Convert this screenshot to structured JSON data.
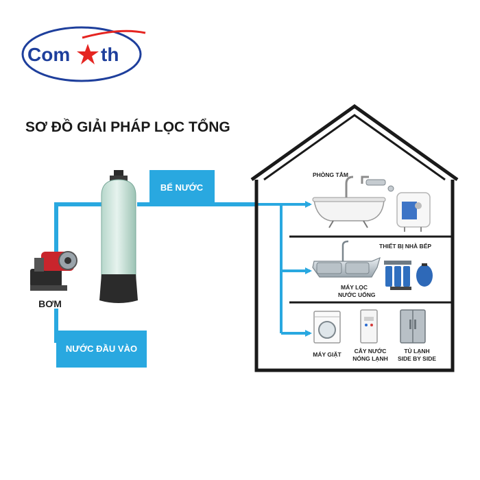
{
  "logo": {
    "text_left": "Com",
    "text_right": "th",
    "color_text": "#1e3f9c",
    "color_star": "#e52521"
  },
  "title": "SƠ ĐỒ GIẢI PHÁP LỌC TỔNG",
  "pump": {
    "label": "BƠM"
  },
  "boxes": {
    "tank": "BỂ NƯỚC",
    "input": "NƯỚC ĐẦU VÀO"
  },
  "house": {
    "bathroom": {
      "label": "PHÒNG TẮM"
    },
    "kitchen": {
      "label": "THIẾT BỊ NHÀ BẾP",
      "filter_line1": "MÁY LỌC",
      "filter_line2": "NƯỚC UỐNG"
    },
    "appliances": [
      {
        "line1": "MÁY GIẶT",
        "line2": ""
      },
      {
        "line1": "CÂY NƯỚC",
        "line2": "NÓNG LẠNH"
      },
      {
        "line1": "TỦ LẠNH",
        "line2": "SIDE BY SIDE"
      }
    ]
  },
  "colors": {
    "pipe": "#29a8e0",
    "box": "#29a8e0",
    "house_outline": "#1a1a1a"
  }
}
